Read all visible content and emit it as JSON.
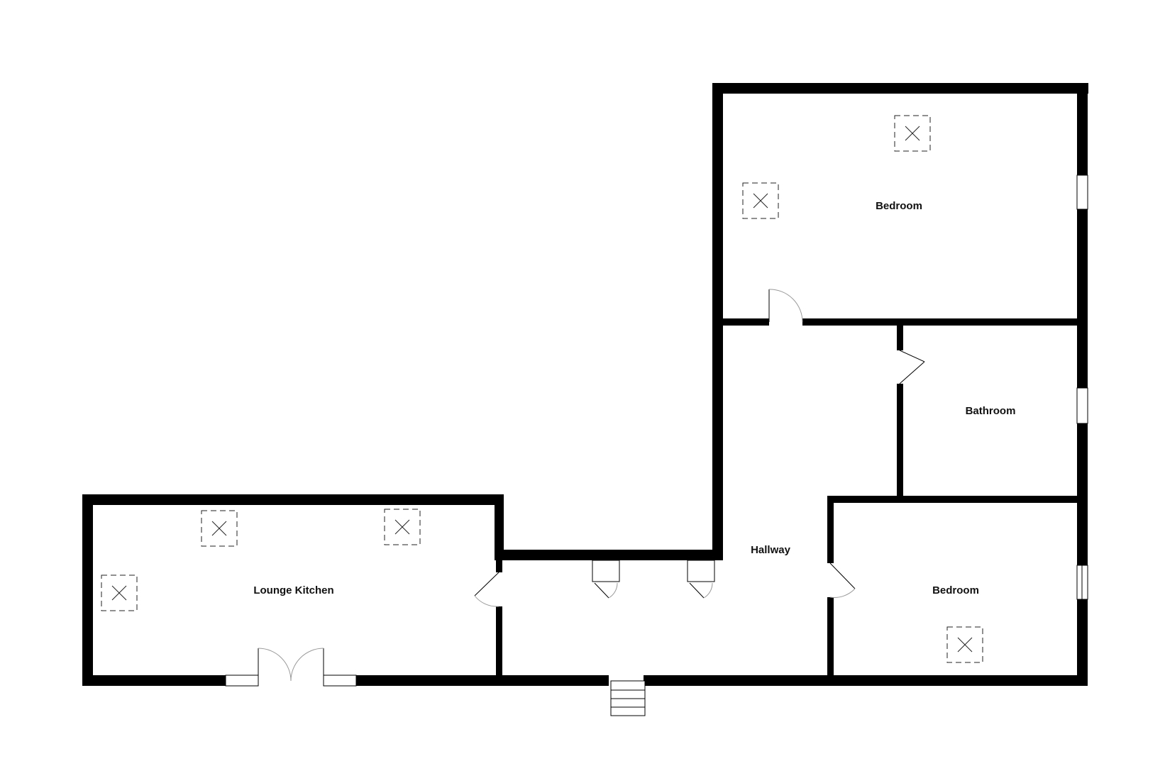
{
  "rooms": {
    "bedroom_1": "Bedroom",
    "bathroom": "Bathroom",
    "hallway": "Hallway",
    "bedroom_2": "Bedroom",
    "lounge_kitchen": "Lounge Kitchen"
  }
}
